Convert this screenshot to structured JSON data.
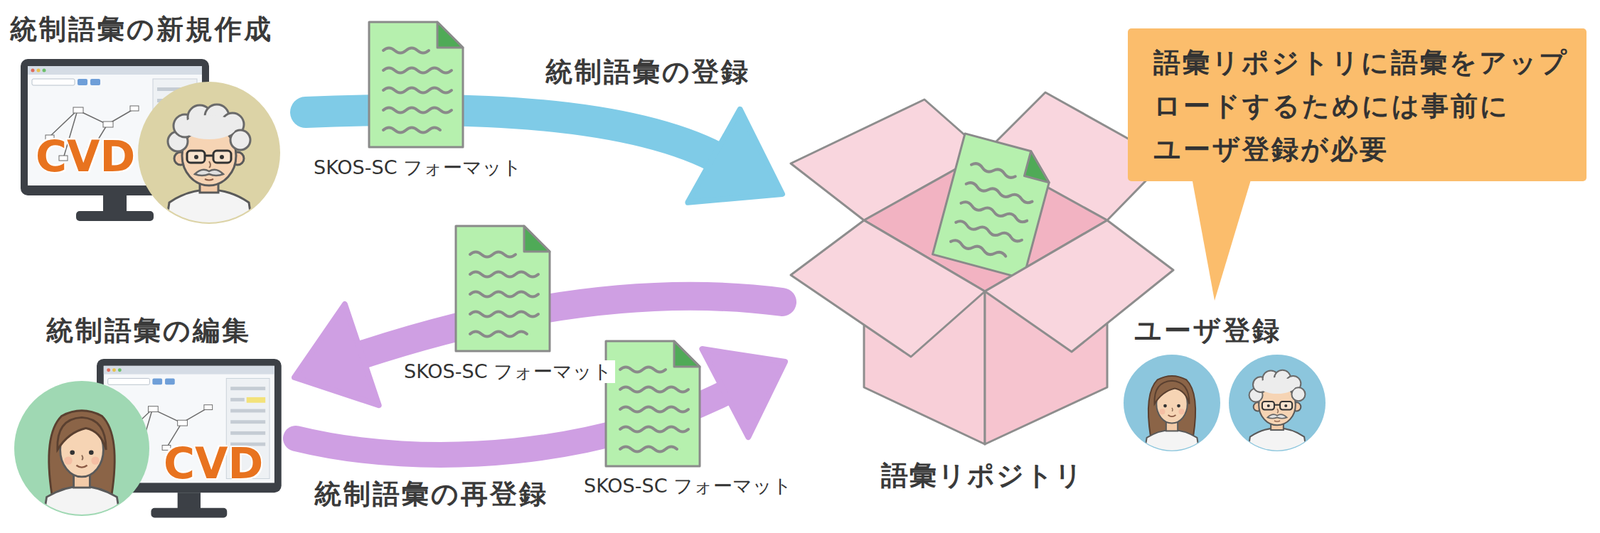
{
  "diagram": {
    "nodes": [
      {
        "text": [
          "統制語彙の新規作成",
          "CVD"
        ]
      },
      {
        "text": [
          "統制語彙の編集",
          "CVD"
        ]
      },
      {
        "text": [
          "語彙リポジトリ"
        ]
      },
      {
        "text": [
          "ユーザ登録"
        ]
      },
      {
        "text": [
          "語彙リポジトリに語彙をアップ ロードするためには事前に ユーザ登録が必要"
        ]
      }
    ],
    "edges": [
      {
        "from": 0,
        "to": 2,
        "arrow": "to",
        "label": "統制語彙の登録"
      },
      {
        "from": 2,
        "to": 1,
        "arrow": "to"
      },
      {
        "from": 1,
        "to": 2,
        "arrow": "to",
        "label": "統制語彙の再登録"
      }
    ],
    "labels": [
      "SKOS-SC フォーマット",
      "SKOS-SC フォーマット",
      "SKOS-SC フォーマット"
    ]
  }
}
